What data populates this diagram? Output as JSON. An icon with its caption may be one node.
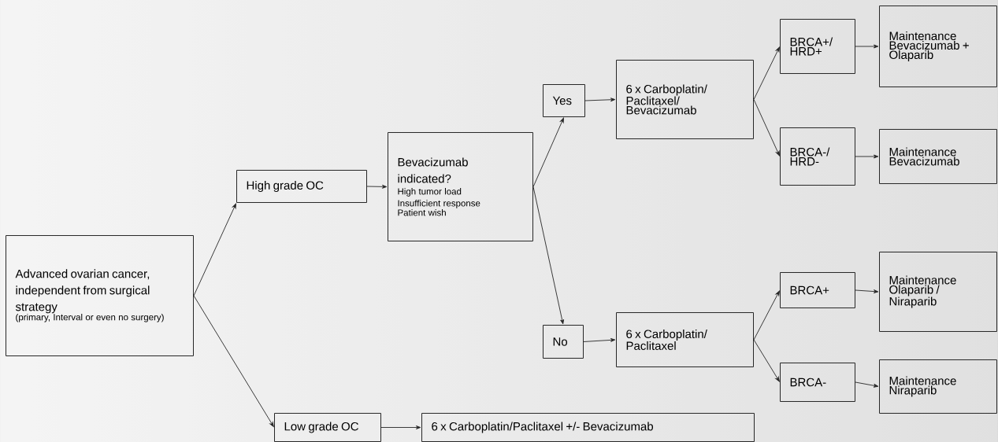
{
  "diagram": {
    "nodes": [
      {
        "text": [
          "Advanced ovarian cancer, independent from surgical strategy",
          "(primary, Interval or even no surgery)"
        ]
      },
      {
        "text": [
          "High grade OC"
        ]
      },
      {
        "text": [
          "Bevacizumab indicated?",
          "High tumor load",
          "Insufficient response",
          "Patient wish"
        ]
      },
      {
        "text": [
          "Yes"
        ]
      },
      {
        "text": [
          "No"
        ]
      },
      {
        "text": [
          "6 x Carboplatin/ Paclitaxel/ Bevacizumab"
        ]
      },
      {
        "text": [
          "BRCA+/ HRD+"
        ]
      },
      {
        "text": [
          "Maintenance Bevacizumab + Olaparib"
        ]
      },
      {
        "text": [
          "BRCA-/ HRD-"
        ]
      },
      {
        "text": [
          "Maintenance Bevacizumab"
        ]
      },
      {
        "text": [
          "6 x Carboplatin/ Paclitaxel"
        ]
      },
      {
        "text": [
          "BRCA+"
        ]
      },
      {
        "text": [
          "Maintenance Olaparib / Niraparib"
        ]
      },
      {
        "text": [
          "BRCA-"
        ]
      },
      {
        "text": [
          "Maintenance Niraparib"
        ]
      },
      {
        "text": [
          "Low grade OC"
        ]
      },
      {
        "text": [
          "6 x Carboplatin/Paclitaxel +/- Bevacizumab"
        ]
      }
    ],
    "edges": [
      {
        "from": 0,
        "to": 1,
        "arrow": "to"
      },
      {
        "from": 0,
        "to": 15,
        "arrow": "to"
      },
      {
        "from": 1,
        "to": 2,
        "arrow": "to"
      },
      {
        "from": 2,
        "to": 3,
        "arrow": "to"
      },
      {
        "from": 2,
        "to": 4,
        "arrow": "to"
      },
      {
        "from": 3,
        "to": 5,
        "arrow": "to"
      },
      {
        "from": 4,
        "to": 10,
        "arrow": "to"
      },
      {
        "from": 5,
        "to": 6,
        "arrow": "to"
      },
      {
        "from": 5,
        "to": 8,
        "arrow": "to"
      },
      {
        "from": 6,
        "to": 7,
        "arrow": "to"
      },
      {
        "from": 8,
        "to": 9,
        "arrow": "to"
      },
      {
        "from": 10,
        "to": 11,
        "arrow": "to"
      },
      {
        "from": 10,
        "to": 13,
        "arrow": "to"
      },
      {
        "from": 11,
        "to": 12,
        "arrow": "to"
      },
      {
        "from": 13,
        "to": 14,
        "arrow": "to"
      },
      {
        "from": 15,
        "to": 16,
        "arrow": "to"
      }
    ]
  }
}
